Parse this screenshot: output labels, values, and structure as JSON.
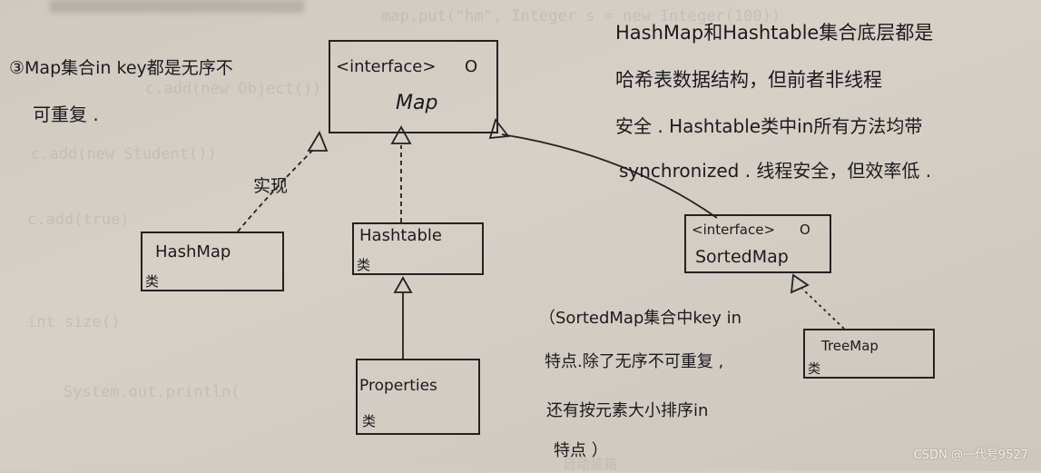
{
  "background_ghost_text": [
    "map.put(\"hm\", Integer s = new Integer(100))",
    "c.add(new Object())",
    "c.add(new Student())",
    "c.add(true)",
    "int size()",
    "System.out.println(",
    "自动装箱"
  ],
  "note_left": {
    "line1": "③Map集合in key都是无序不",
    "line2": "可重复 ."
  },
  "note_top_right": {
    "line1": "HashMap和Hashtable集合底层都是",
    "line2": "哈希表数据结构，但前者非线程",
    "line3": "安全 . Hashtable类中in所有方法均带",
    "line4": "synchronized . 线程安全，但效率低 ."
  },
  "note_bottom": {
    "line1": "（SortedMap集合中key in",
    "line2": "特点.除了无序不可重复 ,",
    "line3": "还有按元素大小排序in",
    "line4": "特点 ）"
  },
  "nodes": {
    "map": {
      "stereotype": "<interface>",
      "marker": "O",
      "name": "Map"
    },
    "hashmap": {
      "name": "HashMap",
      "kind": "类"
    },
    "hashtable": {
      "name": "Hashtable",
      "kind": "类"
    },
    "sortedmap": {
      "stereotype": "<interface>",
      "marker": "O",
      "name": "SortedMap"
    },
    "properties": {
      "name": "Properties",
      "kind": "类"
    },
    "treemap": {
      "name": "TreeMap",
      "kind": "类"
    }
  },
  "edge_label_implements": "实现",
  "watermark": "CSDN @一代号9527"
}
